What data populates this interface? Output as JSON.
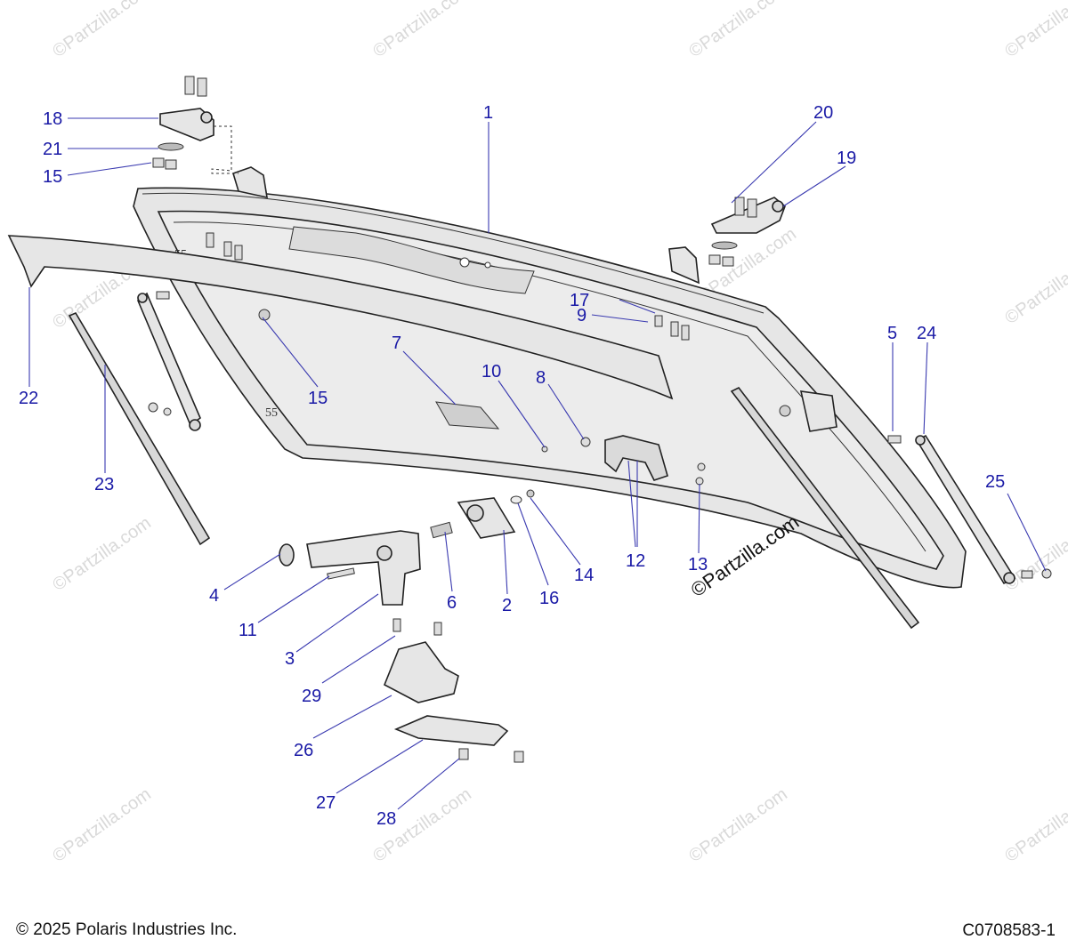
{
  "callouts": {
    "c1": "1",
    "c2": "2",
    "c3": "3",
    "c4": "4",
    "c5": "5",
    "c6": "6",
    "c7": "7",
    "c8": "8",
    "c9": "9",
    "c10": "10",
    "c11": "11",
    "c12": "12",
    "c13": "13",
    "c14": "14",
    "c15a": "15",
    "c15b": "15",
    "c16": "16",
    "c17": "17",
    "c18": "18",
    "c19": "19",
    "c20": "20",
    "c21": "21",
    "c22": "22",
    "c23": "23",
    "c24": "24",
    "c25": "25",
    "c26": "26",
    "c27": "27",
    "c28": "28",
    "c29": "29"
  },
  "watermark": {
    "text": "©Partzilla.com"
  },
  "inline_stamp": "©Partzilla.com",
  "footer": {
    "copyright": "© 2025 Polaris Industries Inc.",
    "diagram_id": "C0708583-1"
  },
  "colors": {
    "callout": "#1a1aa6",
    "leader": "#3a3ab0",
    "part_fill": "#e6e6e6",
    "glass_fill": "#ececec",
    "watermark": "#d9d9d9"
  }
}
